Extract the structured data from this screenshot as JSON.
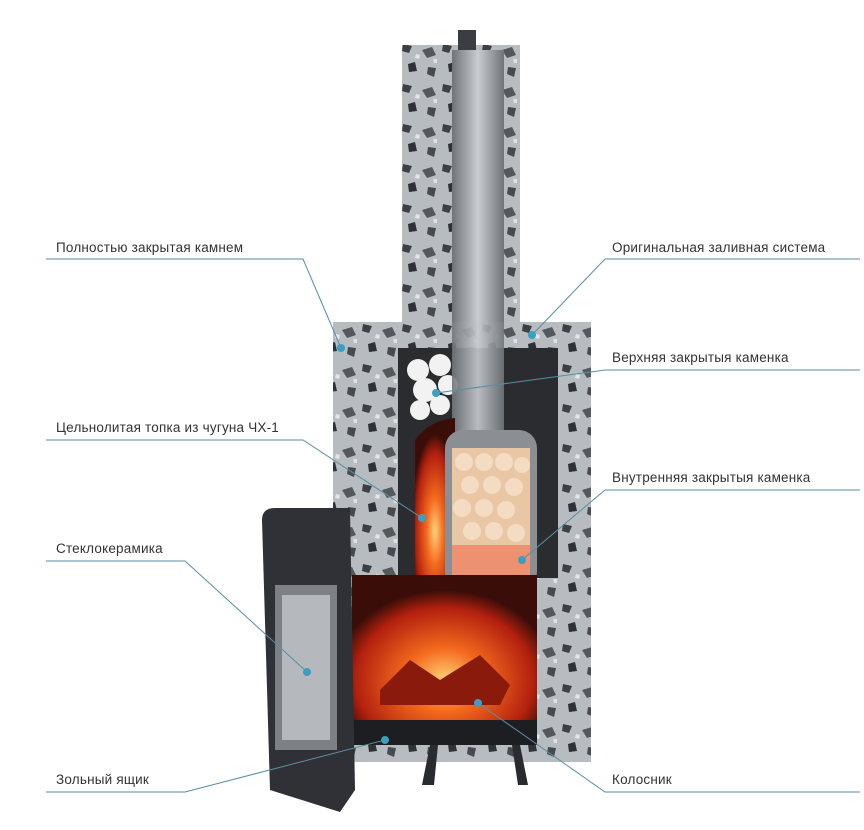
{
  "labels": {
    "stone_covered": "Полностью закрытая камнем",
    "cast_firebox": "Цельнолитая топка из чугуна ЧХ-1",
    "glass_ceramic": "Стеклокерамика",
    "ash_box": "Зольный ящик",
    "water_system": "Оригинальная заливная система",
    "upper_heater": "Верхняя закрытыя каменка",
    "inner_heater": "Внутренняя закрытыя каменка",
    "grate": "Колосник"
  },
  "colors": {
    "leader": "#5a8ea3",
    "dot": "#3a9fc0",
    "stone": "#9aa0a6",
    "fire": "#e8401c"
  }
}
